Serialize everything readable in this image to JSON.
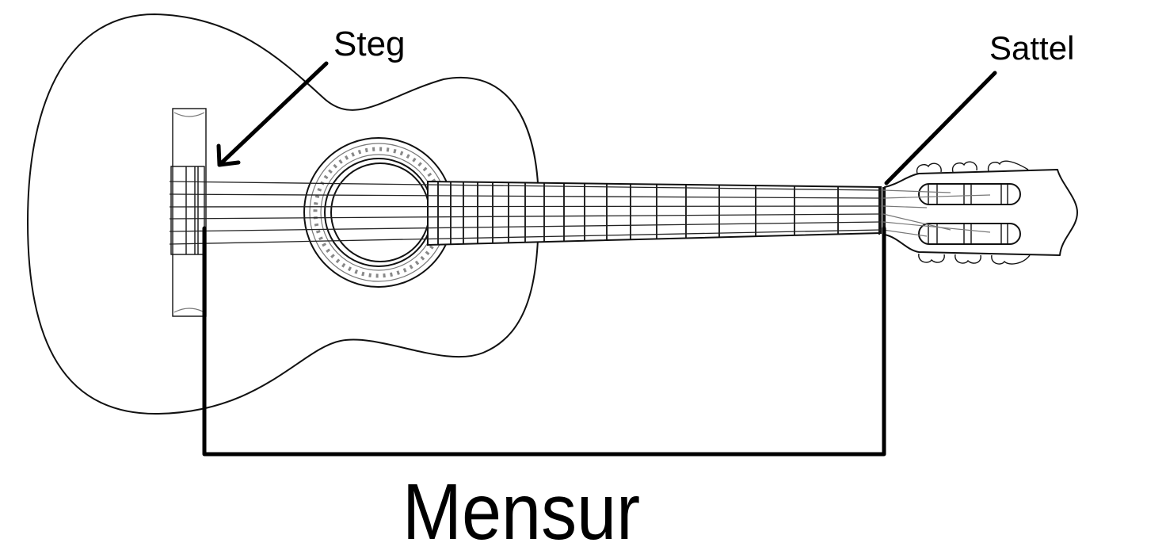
{
  "diagram": {
    "subject": "Classical guitar (top view)",
    "labels": {
      "bridge": "Steg",
      "nut": "Sattel",
      "scale_length": "Mensur"
    },
    "colors": {
      "background": "#ffffff",
      "line": "#111111",
      "annotation": "#000000"
    },
    "strings": 6,
    "frets_visible": 18
  }
}
